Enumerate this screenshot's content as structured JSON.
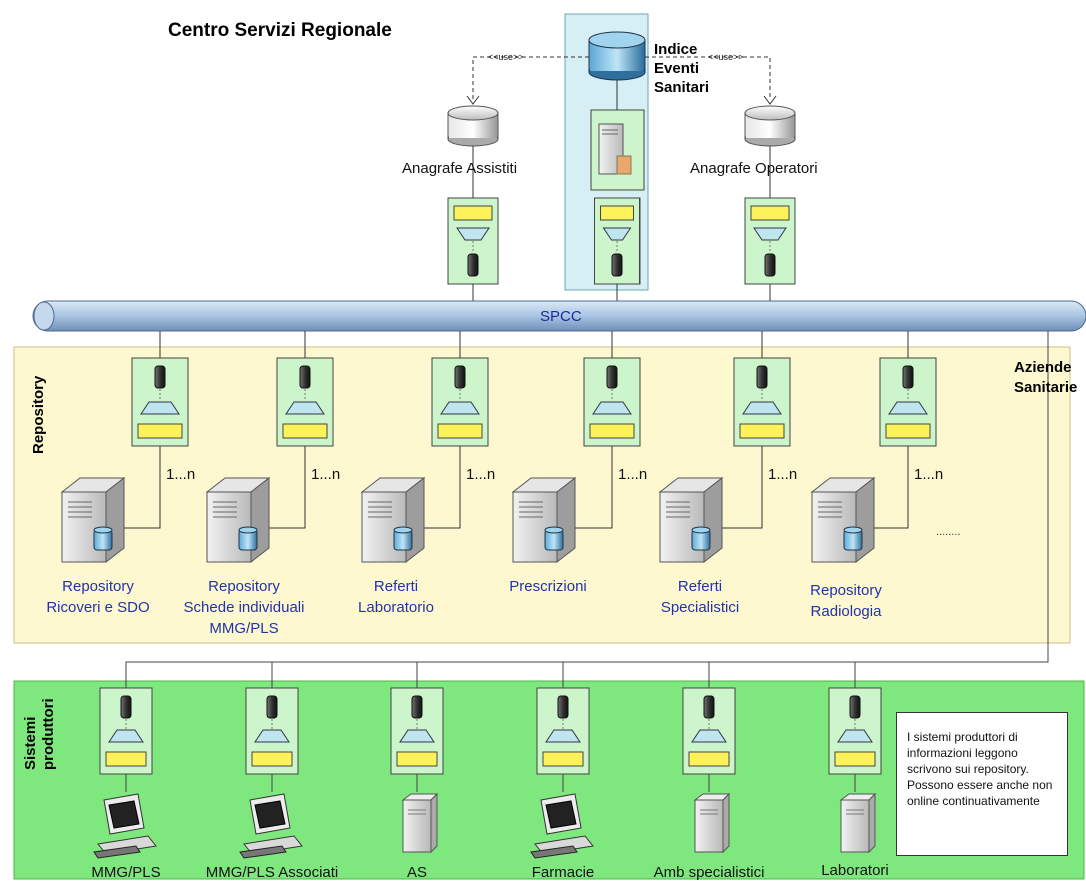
{
  "title": "Centro Servizi Regionale",
  "indice": [
    "Indice",
    "Eventi",
    "Sanitari"
  ],
  "use_label": "<<use>>",
  "anagrafe_assistiti": "Anagrafe Assistiti",
  "anagrafe_operatori": "Anagrafe Operatori",
  "bus_label": "SPCC",
  "aziende": [
    "Aziende",
    "Sanitarie"
  ],
  "repository_section": "Repository",
  "multiplicity": "1...n",
  "ellipsis": "........",
  "repositories": [
    {
      "lines": [
        "Repository",
        "Ricoveri e SDO"
      ]
    },
    {
      "lines": [
        "Repository",
        "Schede individuali",
        "MMG/PLS"
      ]
    },
    {
      "lines": [
        "Referti",
        "Laboratorio"
      ]
    },
    {
      "lines": [
        "Prescrizioni"
      ]
    },
    {
      "lines": [
        "Referti",
        "Specialistici"
      ]
    },
    {
      "lines": [
        "Repository",
        "Radiologia"
      ]
    }
  ],
  "producers_section": [
    "Sistemi",
    "produttori"
  ],
  "producers": [
    "MMG/PLS",
    "MMG/PLS Associati",
    "AS",
    "Farmacie",
    "Amb specialistici",
    "Laboratori"
  ],
  "note": "I sistemi produttori di informazioni leggono scrivono sui repository. Possono essere anche non online continuativamente",
  "colors": {
    "repository_bg": "#fdf8d0",
    "producers_bg": "#7ee87e",
    "connector_bg": "#ccf5cc",
    "bus": "#a9c4e3",
    "index_highlight": "#d6eff4",
    "label_blue": "#2233aa"
  }
}
